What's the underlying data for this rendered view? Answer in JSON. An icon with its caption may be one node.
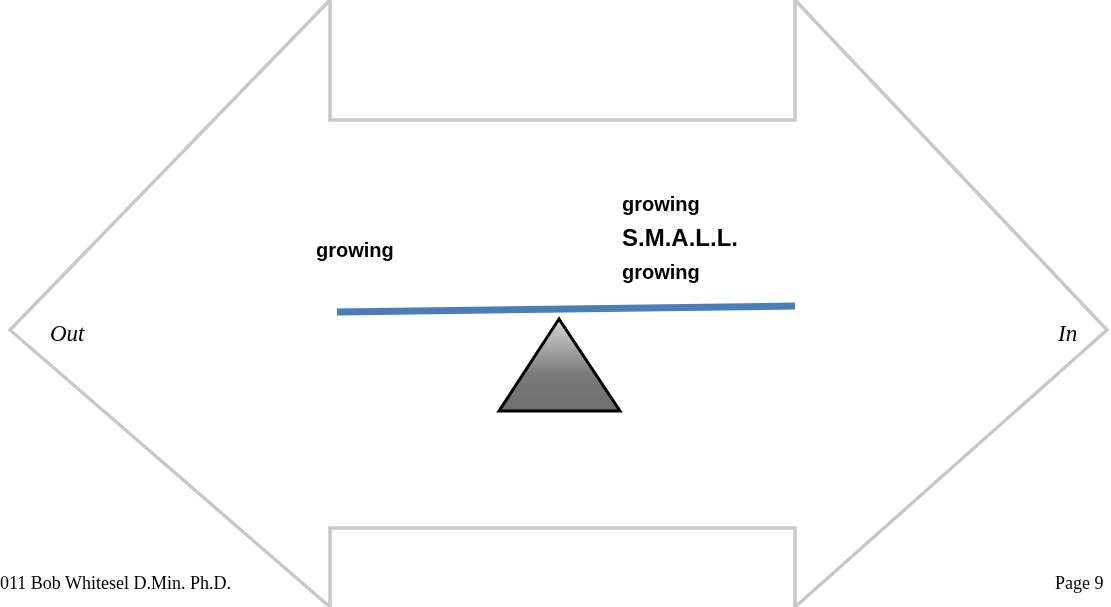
{
  "diagram": {
    "labels": [
      "growing",
      "S.M.A.L.L.",
      "growing",
      "growing",
      "Out",
      "In",
      "011 Bob Whitesel D.Min. Ph.D.",
      "Page 9"
    ]
  }
}
